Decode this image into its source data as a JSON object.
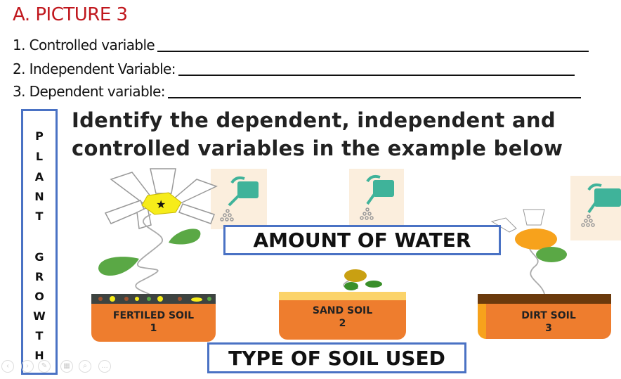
{
  "title": "A. PICTURE 3",
  "questions": [
    {
      "label": "1. Controlled variable"
    },
    {
      "label": "2. Independent Variable:"
    },
    {
      "label": "3. Dependent variable:"
    }
  ],
  "side_label": {
    "letters": [
      "P",
      "L",
      "A",
      "N",
      "T",
      "G",
      "R",
      "O",
      "W",
      "T",
      "H"
    ],
    "text": "PLANT GROWTH"
  },
  "heading": {
    "line1": "Identify the dependent, independent and",
    "line2": "controlled variables in the example below"
  },
  "amount_label": "AMOUNT OF WATER",
  "type_label": "TYPE OF SOIL USED",
  "pots": [
    {
      "name": "FERTILED SOIL",
      "number": "1"
    },
    {
      "name": "SAND SOIL",
      "number": "2"
    },
    {
      "name": "DIRT SOIL",
      "number": "3"
    }
  ],
  "colors": {
    "title": "#c0171d",
    "box_border": "#4a72c4",
    "pot": "#ee7d2e",
    "leaf": "#5aa845",
    "can": "#3fb39a"
  },
  "icons": [
    "watering-can-icon",
    "flower-icon",
    "prev-icon",
    "next-icon",
    "pen-icon",
    "slides-icon",
    "zoom-icon",
    "more-icon"
  ]
}
